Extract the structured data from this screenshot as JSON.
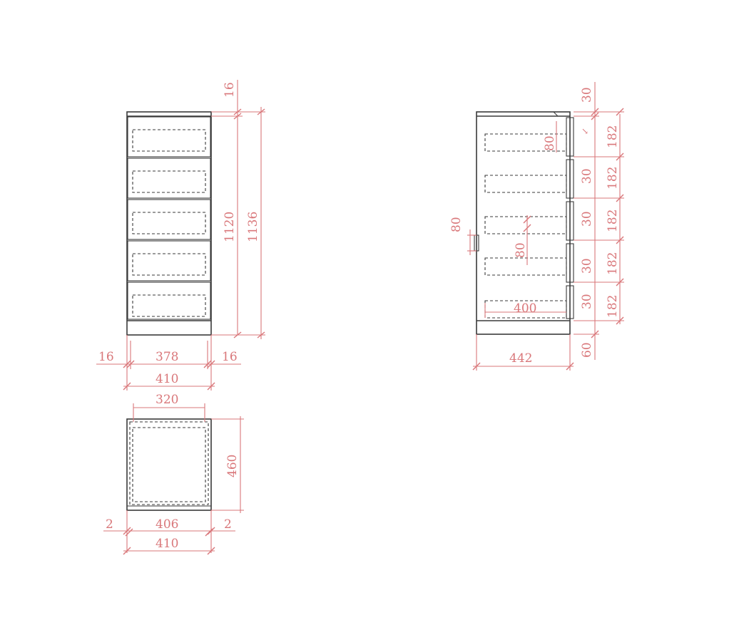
{
  "colors": {
    "dimension": "#d9777a",
    "outline": "#3a3a3a",
    "background": "#ffffff"
  },
  "front_view": {
    "dim_top_16": "16",
    "dim_height_1120": "1120",
    "dim_height_1136": "1136",
    "dim_left_16": "16",
    "dim_inner_378": "378",
    "dim_right_16": "16",
    "dim_width_410": "410"
  },
  "top_view": {
    "dim_320": "320",
    "dim_depth_460": "460",
    "dim_left_2": "2",
    "dim_inner_406": "406",
    "dim_right_2": "2",
    "dim_width_410": "410"
  },
  "side_view": {
    "dim_top_30": "30",
    "dim_drawer_80": "80",
    "dim_handle_80": "80",
    "dim_back_80": "80",
    "dim_400": "400",
    "dim_442": "442",
    "dim_plinth_60": "60",
    "gaps_30": [
      "30",
      "30",
      "30",
      "30"
    ],
    "drawer_heights_182": [
      "182",
      "182",
      "182",
      "182",
      "182"
    ]
  }
}
